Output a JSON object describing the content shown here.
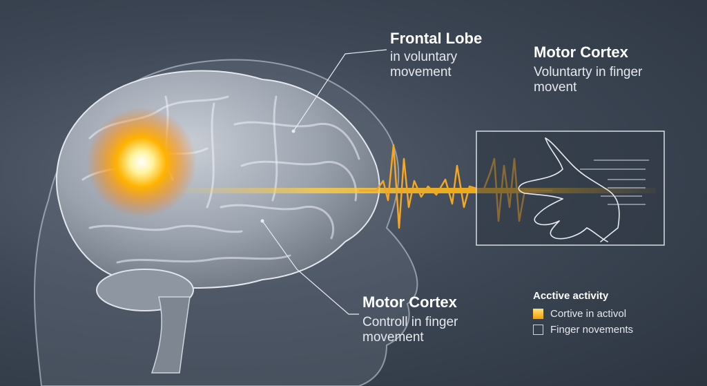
{
  "labels": {
    "frontal": {
      "title": "Frontal Lobe",
      "desc": "in voluntary movement"
    },
    "motor_top": {
      "title": "Motor Cortex",
      "desc": "Voluntarty in finger movent"
    },
    "motor_bottom": {
      "title": "Motor Cortex",
      "desc": "Controll in finger movement"
    }
  },
  "legend": {
    "title": "Acctive activity",
    "items": [
      {
        "label": "Cortive in activol",
        "color": "#f5b800",
        "icon": "glow-swatch"
      },
      {
        "label": "Finger novements",
        "color": "#5a6472",
        "icon": "outline-swatch"
      }
    ]
  },
  "colors": {
    "glow": "#ffb300",
    "signal": "#f5a623",
    "outline": "#e8ecf1"
  }
}
